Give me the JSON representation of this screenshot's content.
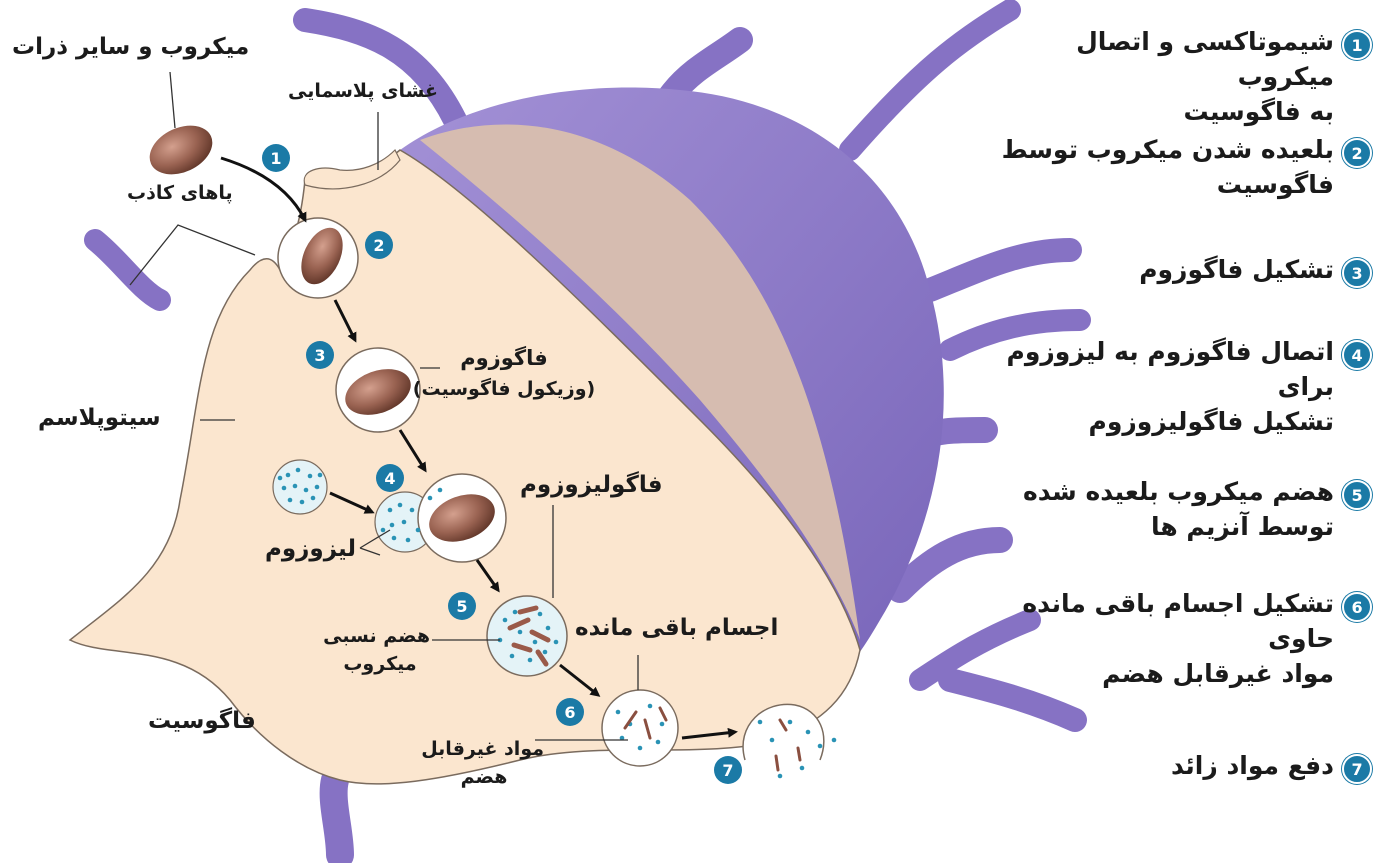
{
  "labels": {
    "microbe": "میکروب و سایر ذرات",
    "plasma_membrane": "غشای پلاسمایی",
    "pseudopods": "پاهای کاذب",
    "phagosome": "فاگوزوم",
    "phagosome_sub": "(وزیکول فاگوسیت)",
    "cytoplasm": "سیتوپلاسم",
    "phagolysosome": "فاگولیزوزوم",
    "lysosome": "لیزوزوم",
    "partial_digestion_line1": "هضم نسبی",
    "partial_digestion_line2": "میکروب",
    "residual_bodies": "اجسام باقی مانده",
    "indigestible_line1": "مواد غیرقابل",
    "indigestible_line2": "هضم",
    "phagocyte": "فاگوسیت"
  },
  "badges": [
    "1",
    "2",
    "3",
    "4",
    "5",
    "6",
    "7"
  ],
  "steps": [
    {
      "num": "1",
      "line1": "شیموتاکسی و اتصال میکروب",
      "line2": "به فاگوسیت"
    },
    {
      "num": "2",
      "line1": "بلعیده شدن میکروب توسط",
      "line2": "فاگوسیت"
    },
    {
      "num": "3",
      "line1": "تشکیل فاگوزوم",
      "line2": ""
    },
    {
      "num": "4",
      "line1": "اتصال فاگوزوم به لیزوزوم برای",
      "line2": "تشکیل فاگولیزوزوم"
    },
    {
      "num": "5",
      "line1": "هضم میکروب بلعیده شده",
      "line2": "توسط آنزیم ها"
    },
    {
      "num": "6",
      "line1": "تشکیل اجسام باقی مانده حاوی",
      "line2": "مواد غیرقابل هضم"
    },
    {
      "num": "7",
      "line1": "دفع مواد زائد",
      "line2": ""
    }
  ],
  "colors": {
    "cell_outer": "#8f7cc9",
    "cell_outer_dark": "#6e5aa8",
    "cytoplasm": "#fbe6cf",
    "cut_face": "#d9c0b4",
    "microbe": "#9a6352",
    "badge": "#1b7aa6",
    "enzyme_dot": "#2a93b5"
  }
}
